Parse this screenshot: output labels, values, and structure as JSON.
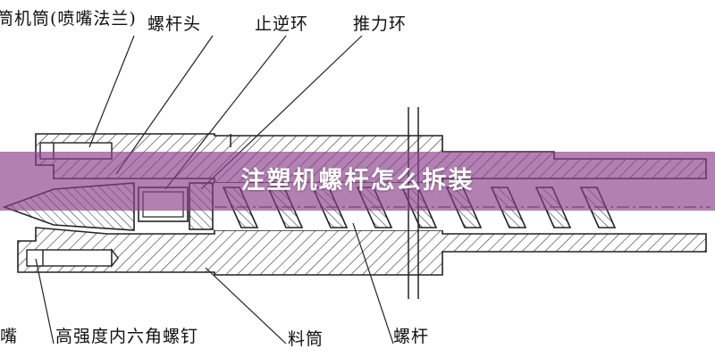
{
  "title": "注塑机螺杆怎么拆装",
  "labels": {
    "barrel_flange": "筒机筒(喷嘴法兰)",
    "screw_head": "螺杆头",
    "check_ring": "止逆环",
    "thrust_ring": "推力环",
    "nozzle": "嘴",
    "hex_bolt": "高强度内六角螺钉",
    "barrel": "料筒",
    "screw": "螺杆"
  },
  "colors": {
    "banner": "#8c3e8c",
    "line": "#222222"
  }
}
